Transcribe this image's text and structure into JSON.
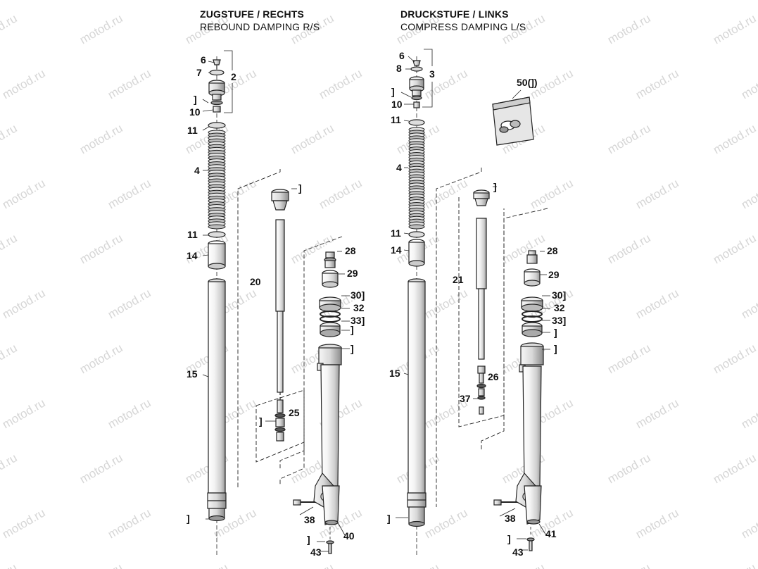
{
  "watermark": "motod.ru",
  "left_assembly": {
    "title": "ZUGSTUFE / RECHTS",
    "subtitle": "REBOUND DAMPING R/S"
  },
  "right_assembly": {
    "title": "DRUCKSTUFE / LINKS",
    "subtitle": "COMPRESS DAMPING L/S"
  },
  "callouts": {
    "l6": "6",
    "l7": "7",
    "l2": "2",
    "lb1": "]",
    "l10": "10",
    "l11a": "11",
    "l4": "4",
    "lb2": "]",
    "l11b": "11",
    "l14": "14",
    "l20": "20",
    "l28": "28",
    "l29": "29",
    "l30": "30]",
    "l32": "32",
    "l33": "33]",
    "lb3": "]",
    "lb4": "]",
    "l15": "15",
    "lb5": "]",
    "l25": "25",
    "lb6": "]",
    "l38": "38",
    "l40": "40",
    "lb7": "]",
    "l43": "43",
    "r6": "6",
    "r8": "8",
    "r3": "3",
    "rb1": "]",
    "r10": "10",
    "r11a": "11",
    "r4": "4",
    "rb2": "]",
    "r11b": "11",
    "r14": "14",
    "r21": "21",
    "r28": "28",
    "r29": "29",
    "r30": "30]",
    "r32": "32",
    "r33": "33]",
    "rb3": "]",
    "rb4": "]",
    "r15": "15",
    "r26": "26",
    "r37": "37",
    "r38": "38",
    "r41": "41",
    "rb5": "]",
    "rb6": "]",
    "r43": "43",
    "r50": "50(])"
  }
}
